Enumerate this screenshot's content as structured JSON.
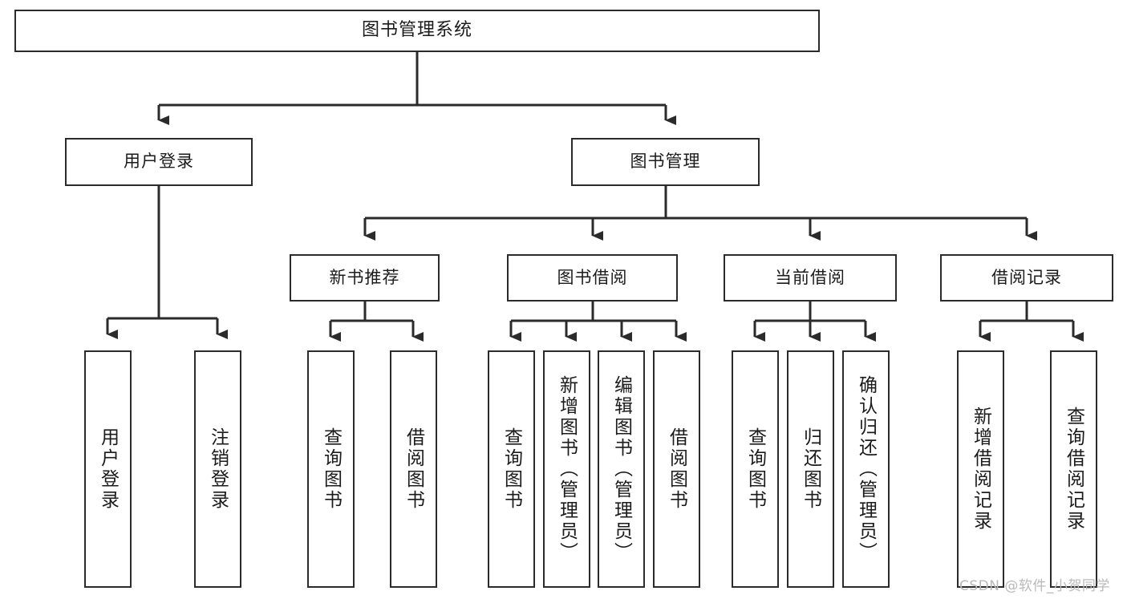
{
  "diagram": {
    "type": "tree-hierarchy-chart",
    "title": "图书管理系统",
    "watermark": "CSDN @软件_小贺同学",
    "colors": {
      "background": "#ffffff",
      "box_border": "#2b2b2b",
      "box_fill": "#ffffff",
      "connector": "#2b2b2b",
      "text": "#1b1b1b",
      "watermark": "#b9b9b9"
    },
    "root": {
      "label": "图书管理系统"
    },
    "level1": [
      {
        "label": "用户登录"
      },
      {
        "label": "图书管理"
      }
    ],
    "level2": [
      {
        "label": "新书推荐"
      },
      {
        "label": "图书借阅"
      },
      {
        "label": "当前借阅"
      },
      {
        "label": "借阅记录"
      }
    ],
    "leaves": {
      "user_login": [
        {
          "label": "用户登录"
        },
        {
          "label": "注销登录"
        }
      ],
      "new_book_recommend": [
        {
          "label": "查询图书"
        },
        {
          "label": "借阅图书"
        }
      ],
      "book_borrow": [
        {
          "label": "查询图书"
        },
        {
          "label": "新增图书（管理员）"
        },
        {
          "label": "编辑图书（管理员）"
        },
        {
          "label": "借阅图书"
        }
      ],
      "current_borrow": [
        {
          "label": "查询图书"
        },
        {
          "label": "归还图书"
        },
        {
          "label": "确认归还（管理员）"
        }
      ],
      "borrow_record": [
        {
          "label": "新增借阅记录"
        },
        {
          "label": "查询借阅记录"
        }
      ]
    }
  }
}
